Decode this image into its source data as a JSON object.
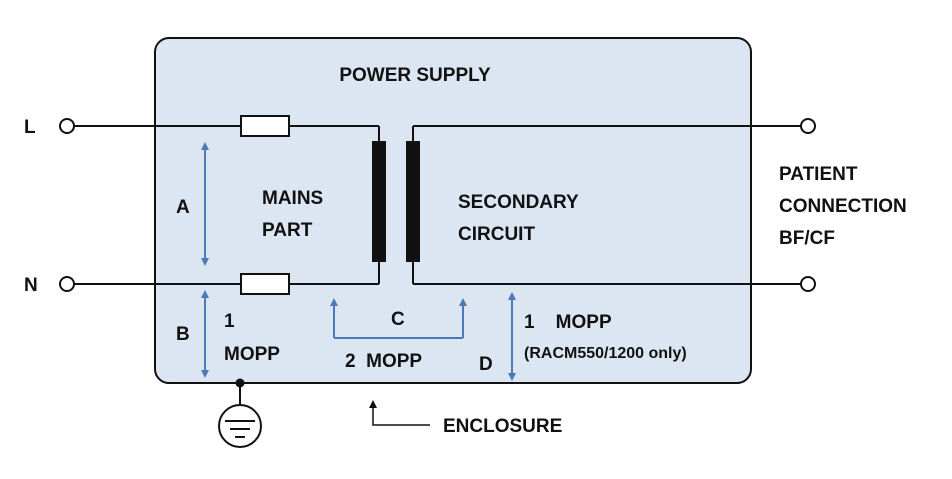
{
  "colors": {
    "enclosure_fill": "#dce6f2",
    "outline": "#111111",
    "wire": "#111111",
    "arrow": "#4a7ab8",
    "fuse_fill": "#ffffff"
  },
  "labels": {
    "title": "POWER SUPPLY",
    "terminal_l": "L",
    "terminal_n": "N",
    "mains_part_line1": "MAINS",
    "mains_part_line2": "PART",
    "secondary_line1": "SECONDARY",
    "secondary_line2": "CIRCUIT",
    "patient_line1": "PATIENT",
    "patient_line2": "CONNECTION",
    "patient_line3": "BF/CF",
    "insulation_a": "A",
    "insulation_b": "B",
    "insulation_c": "C",
    "insulation_d": "D",
    "b_mopp_count": "1",
    "b_mopp_unit": "MOPP",
    "c_mopp": "2  MOPP",
    "d_mopp": "1    MOPP",
    "d_note": "(RACM550/1200 only)",
    "enclosure": "ENCLOSURE"
  },
  "icons": {
    "ground": "earth-ground-icon",
    "terminal": "terminal-circle-icon",
    "fuse": "fuse-icon",
    "transformer": "transformer-icon"
  }
}
